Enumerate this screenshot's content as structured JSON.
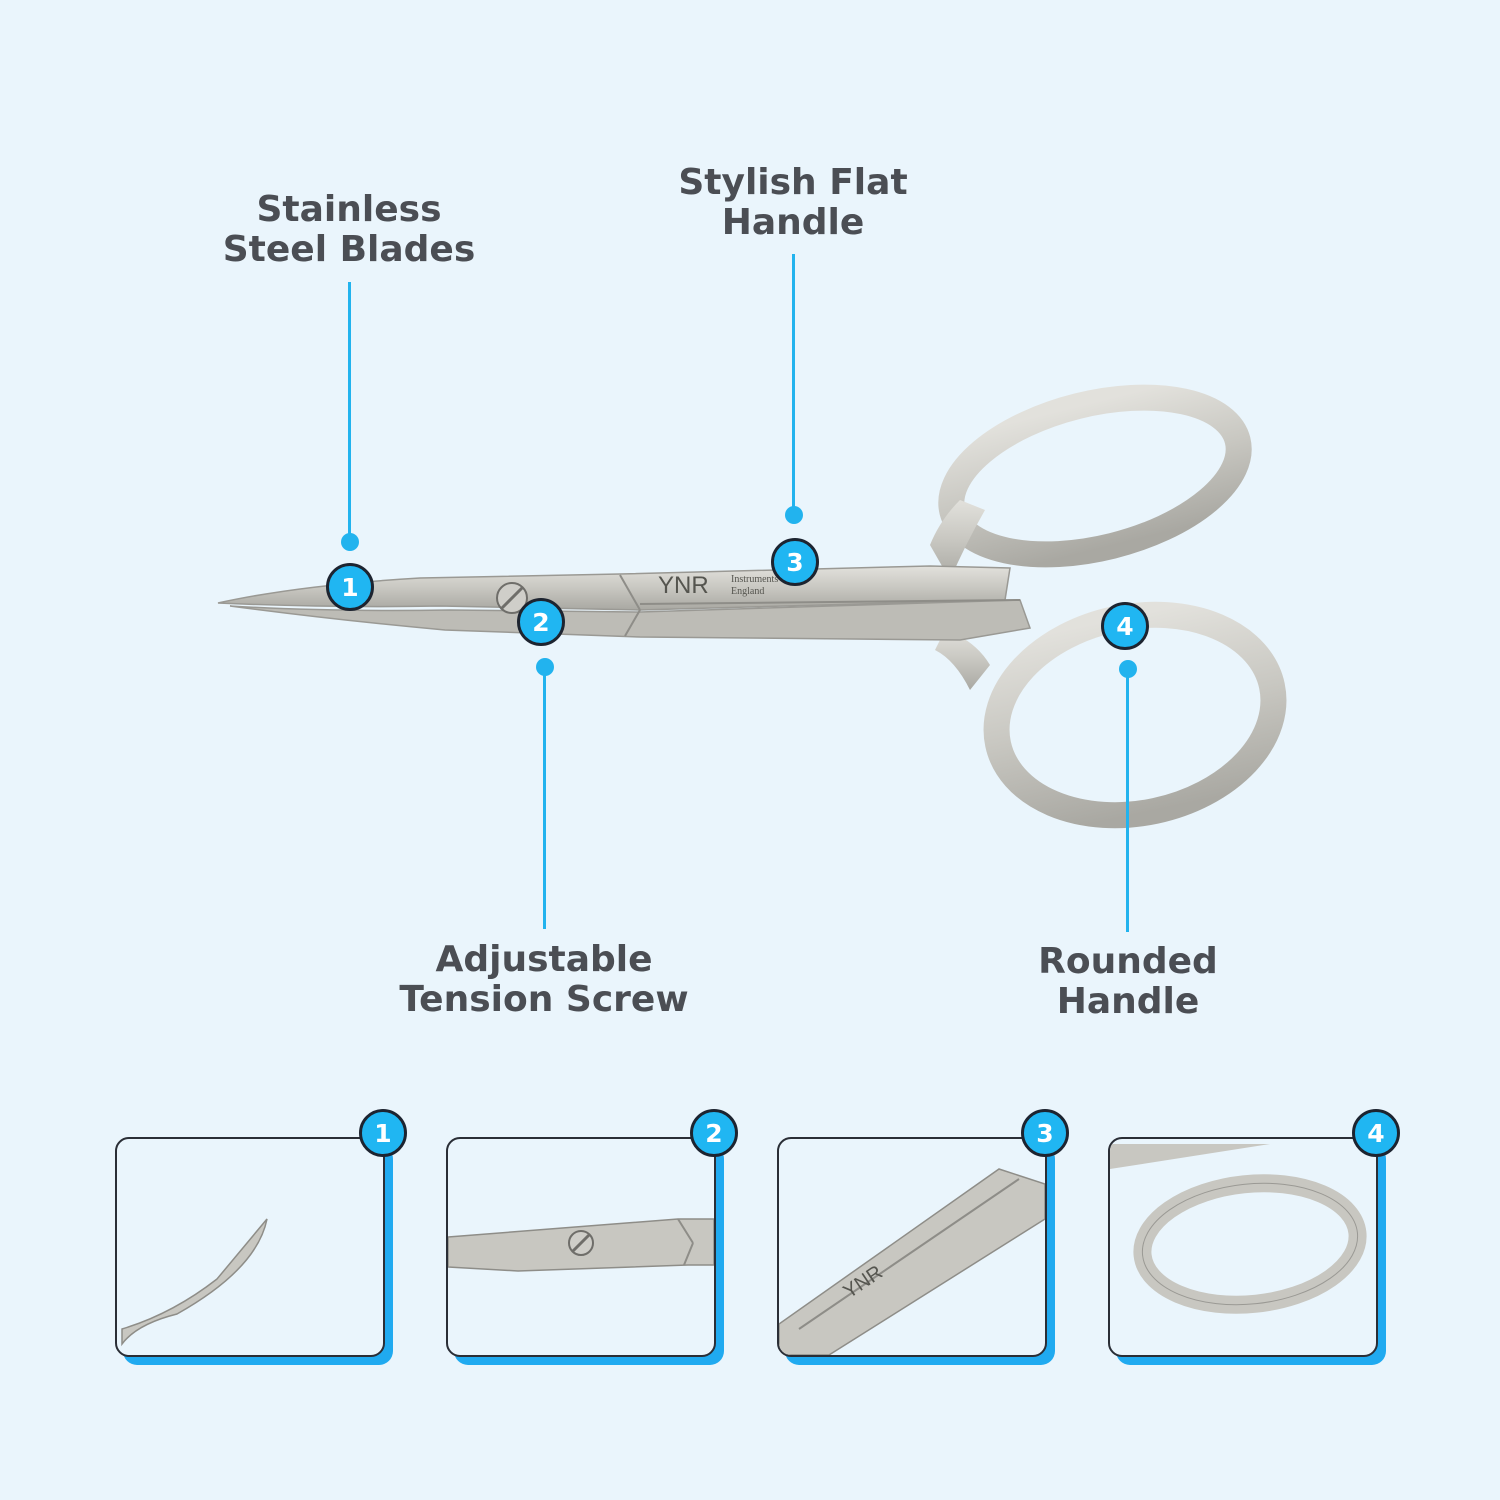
{
  "callouts": [
    {
      "number": "1",
      "line1": "Stainless",
      "line2": "Steel Blades"
    },
    {
      "number": "2",
      "line1": "Adjustable",
      "line2": "Tension Screw"
    },
    {
      "number": "3",
      "line1": "Stylish Flat",
      "line2": "Handle"
    },
    {
      "number": "4",
      "line1": "Rounded",
      "line2": "Handle"
    }
  ],
  "engraving": {
    "brand": "YNR",
    "line1": "Instruments",
    "line2": "England"
  },
  "colors": {
    "background": "#eaf5fc",
    "accent": "#22b3ee",
    "text": "#4b4e54",
    "steel": "#c9c8c3"
  }
}
